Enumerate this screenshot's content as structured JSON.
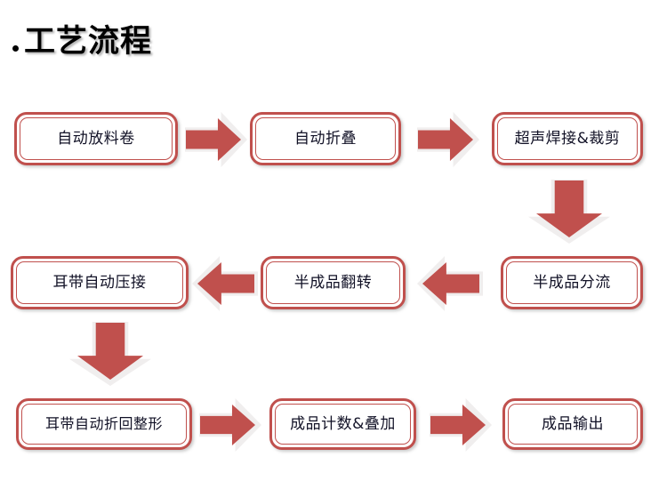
{
  "slide": {
    "title": "工艺流程",
    "bullet": "dot-bullet",
    "background_color": "#ffffff",
    "accent_color": "#c0504d",
    "text_color": "#111126",
    "title_color": "#000000"
  },
  "flow": {
    "steps": [
      {
        "id": "step-1",
        "label": "自动放料卷"
      },
      {
        "id": "step-2",
        "label": "自动折叠"
      },
      {
        "id": "step-3",
        "label": "超声焊接&裁剪"
      },
      {
        "id": "step-4",
        "label": "半成品分流"
      },
      {
        "id": "step-5",
        "label": "半成品翻转"
      },
      {
        "id": "step-6",
        "label": "耳带自动压接"
      },
      {
        "id": "step-7",
        "label": "耳带自动折回整形"
      },
      {
        "id": "step-8",
        "label": "成品计数&叠加"
      },
      {
        "id": "step-9",
        "label": "成品输出"
      }
    ],
    "connectors": [
      {
        "id": "arrow-1",
        "direction": "right",
        "from": "step-1",
        "to": "step-2"
      },
      {
        "id": "arrow-2",
        "direction": "right",
        "from": "step-2",
        "to": "step-3"
      },
      {
        "id": "arrow-3",
        "direction": "down",
        "from": "step-3",
        "to": "step-4"
      },
      {
        "id": "arrow-4",
        "direction": "left",
        "from": "step-4",
        "to": "step-5"
      },
      {
        "id": "arrow-5",
        "direction": "left",
        "from": "step-5",
        "to": "step-6"
      },
      {
        "id": "arrow-6",
        "direction": "down",
        "from": "step-6",
        "to": "step-7"
      },
      {
        "id": "arrow-7",
        "direction": "right",
        "from": "step-7",
        "to": "step-8"
      },
      {
        "id": "arrow-8",
        "direction": "right",
        "from": "step-8",
        "to": "step-9"
      }
    ]
  }
}
